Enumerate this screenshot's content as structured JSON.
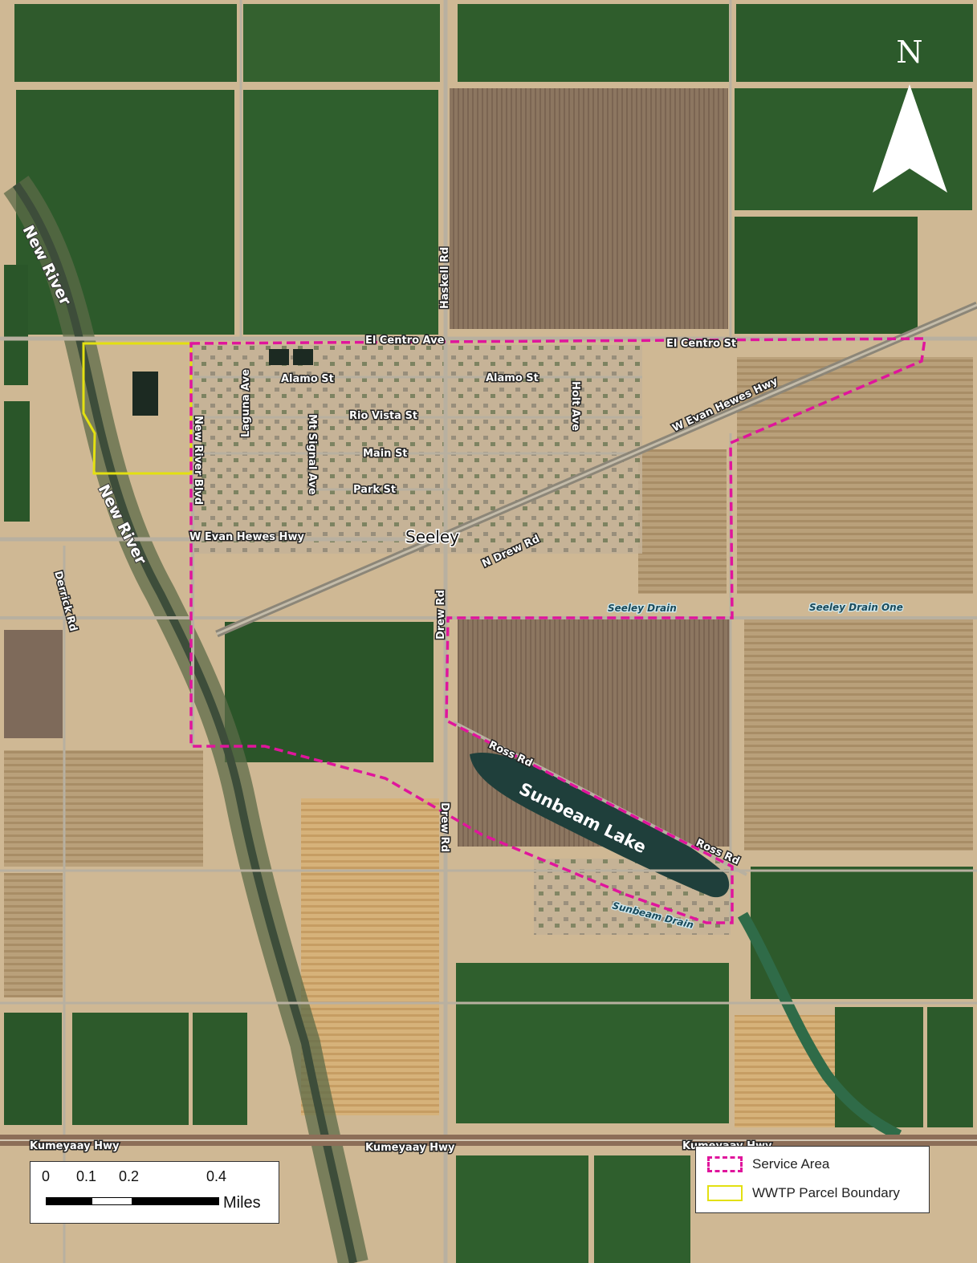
{
  "map": {
    "north_label": "N",
    "place_labels": {
      "town": "Seeley",
      "lake": "Sunbeam Lake",
      "river_1": "New River",
      "river_2": "New River"
    },
    "road_labels": {
      "haskell": "Haskell Rd",
      "el_centro_ave": "El Centro Ave",
      "el_centro_st": "El Centro St",
      "alamo_1": "Alamo St",
      "alamo_2": "Alamo St",
      "laguna": "Laguna Ave",
      "rio_vista": "Rio Vista St",
      "mt_signal": "Mt Signal Ave",
      "holt": "Holt Ave",
      "main": "Main St",
      "park": "Park St",
      "new_river_blvd": "New River Blvd",
      "evan_hewes_w": "W Evan Hewes Hwy",
      "evan_hewes_ne": "W Evan Hewes Hwy",
      "n_drew": "N Drew Rd",
      "derrick": "Derrick Rd",
      "drew_1": "Drew Rd",
      "drew_2": "Drew Rd",
      "ross_1": "Ross Rd",
      "ross_2": "Ross Rd",
      "kumeyaay_1": "Kumeyaay Hwy",
      "kumeyaay_2": "Kumeyaay Hwy",
      "kumeyaay_3": "Kumeyaay Hwy"
    },
    "water_labels": {
      "seeley_drain": "Seeley Drain",
      "seeley_drain_one": "Seeley Drain One",
      "sunbeam_drain": "Sunbeam Drain"
    }
  },
  "legend": {
    "items": [
      {
        "label": "Service Area",
        "color": "#e0159c",
        "style": "dashed"
      },
      {
        "label": "WWTP Parcel Boundary",
        "color": "#e3e011",
        "style": "solid"
      }
    ]
  },
  "scale_bar": {
    "ticks": [
      "0",
      "0.1",
      "0.2",
      "0.4"
    ],
    "units": "Miles"
  }
}
